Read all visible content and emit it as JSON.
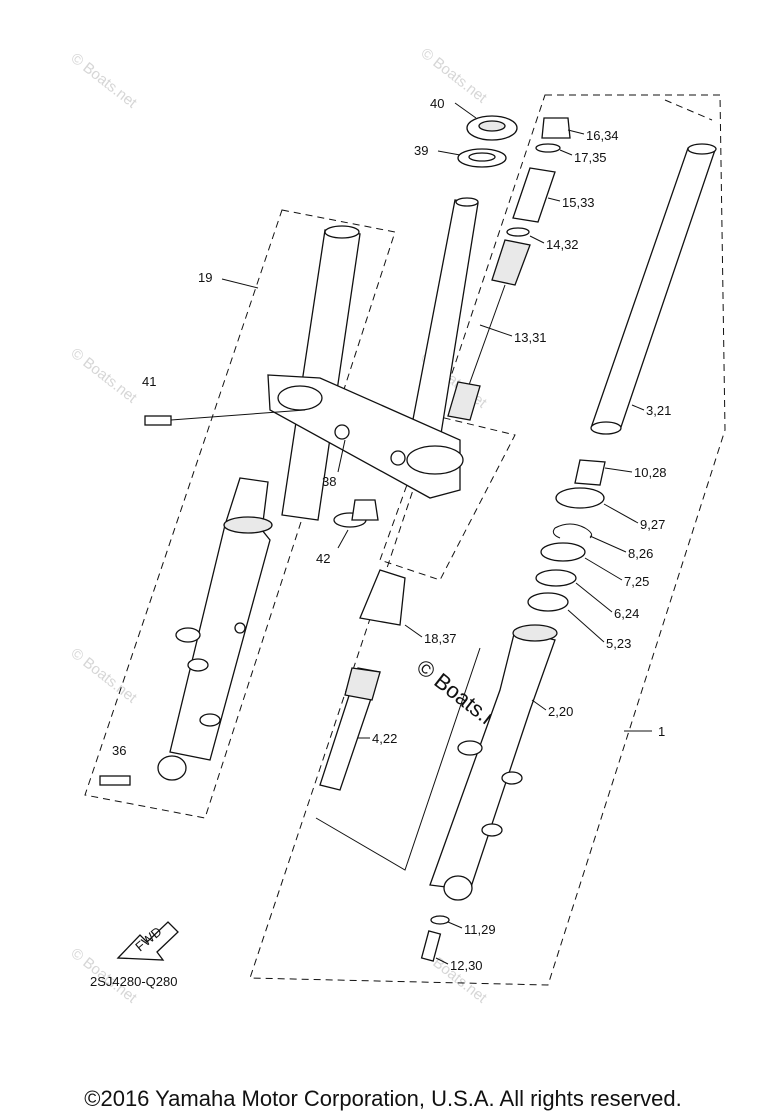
{
  "callouts": {
    "c40": "40",
    "c39": "39",
    "c16_34": "16,34",
    "c17_35": "17,35",
    "c15_33": "15,33",
    "c14_32": "14,32",
    "c13_31": "13,31",
    "c19": "19",
    "c41": "41",
    "c38": "38",
    "c42": "42",
    "c3_21": "3,21",
    "c10_28": "10,28",
    "c9_27": "9,27",
    "c8_26": "8,26",
    "c7_25": "7,25",
    "c6_24": "6,24",
    "c5_23": "5,23",
    "c18_37": "18,37",
    "c4_22": "4,22",
    "c2_20": "2,20",
    "c1": "1",
    "c36": "36",
    "c11_29": "11,29",
    "c12_30": "12,30"
  },
  "fwd_label": "FWD",
  "diagram_code": "2SJ4280-Q280",
  "watermark": "© Boats.net",
  "watermark_center": "© Boats.net",
  "footer": "©2016 Yamaha Motor Corporation, U.S.A. All rights reserved."
}
